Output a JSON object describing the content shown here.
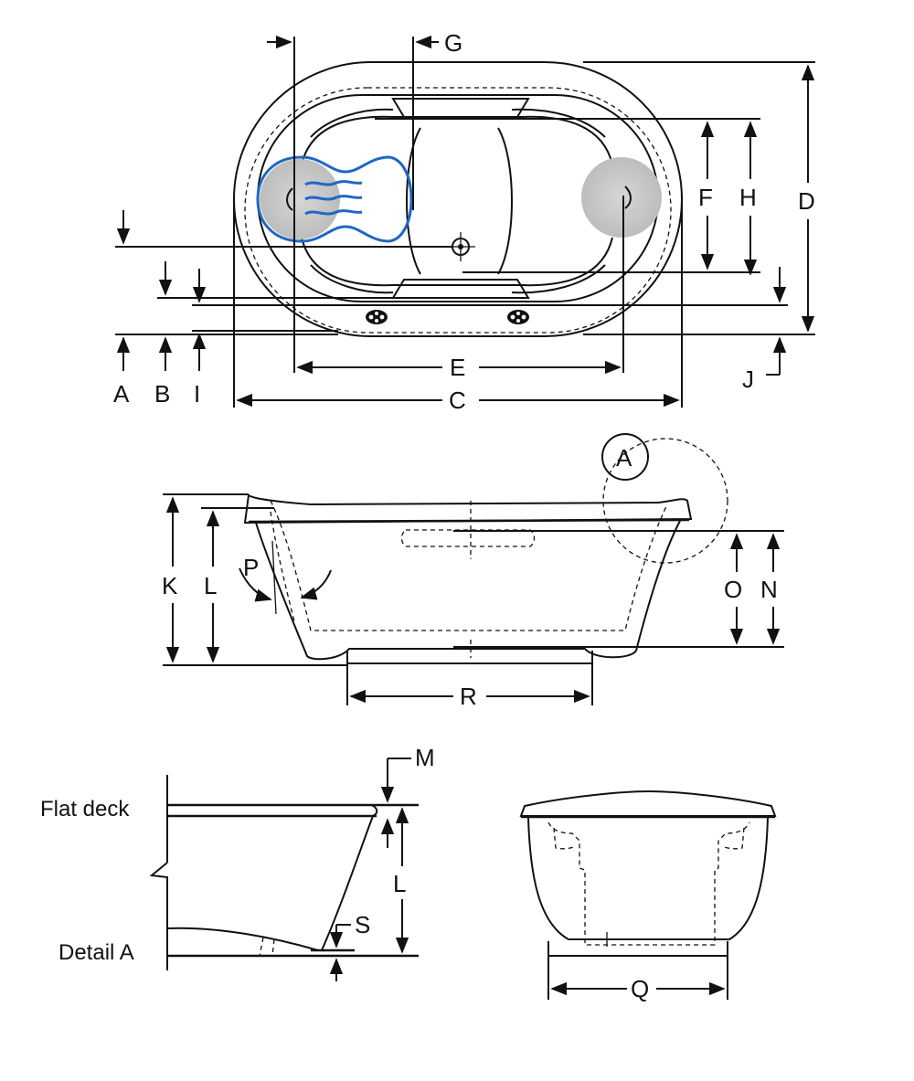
{
  "labels": {
    "A": "A",
    "B": "B",
    "C": "C",
    "D": "D",
    "E": "E",
    "F": "F",
    "G": "G",
    "H": "H",
    "I": "I",
    "J": "J",
    "K": "K",
    "L": "L",
    "M": "M",
    "N": "N",
    "O": "O",
    "P": "P",
    "Q": "Q",
    "R": "R",
    "S": "S"
  },
  "detail_callout": "A",
  "captions": {
    "flat_deck": "Flat deck",
    "detail_a": "Detail A"
  },
  "icons": {
    "heat": "heater-wave-icon",
    "headrest_left": "headrest-pad-icon",
    "headrest_right": "headrest-pad-icon",
    "jets": "jet-nozzle-icon",
    "drain": "drain-icon"
  },
  "colors": {
    "line": "#111111",
    "heat_outline": "#1f67c4",
    "headrest_fill": "#c9c9c9"
  }
}
